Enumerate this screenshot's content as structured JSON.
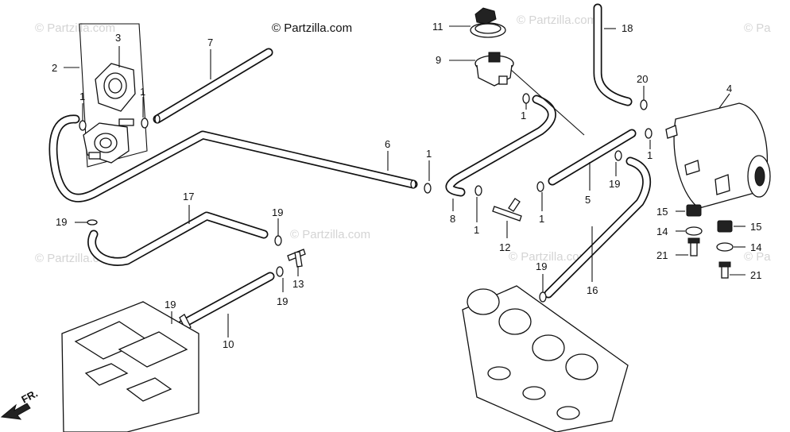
{
  "copyright": "© Partzilla.com",
  "watermark": "© Partzilla.com",
  "watermark_short": "© Pa",
  "front_arrow": "FR.",
  "callouts": {
    "p1": "1",
    "p2": "2",
    "p3": "3",
    "p4": "4",
    "p5": "5",
    "p6": "6",
    "p7": "7",
    "p8": "8",
    "p9": "9",
    "p10": "10",
    "p11": "11",
    "p12": "12",
    "p13": "13",
    "p14": "14",
    "p15": "15",
    "p16": "16",
    "p17": "17",
    "p18": "18",
    "p19": "19",
    "p20": "20",
    "p21": "21"
  }
}
